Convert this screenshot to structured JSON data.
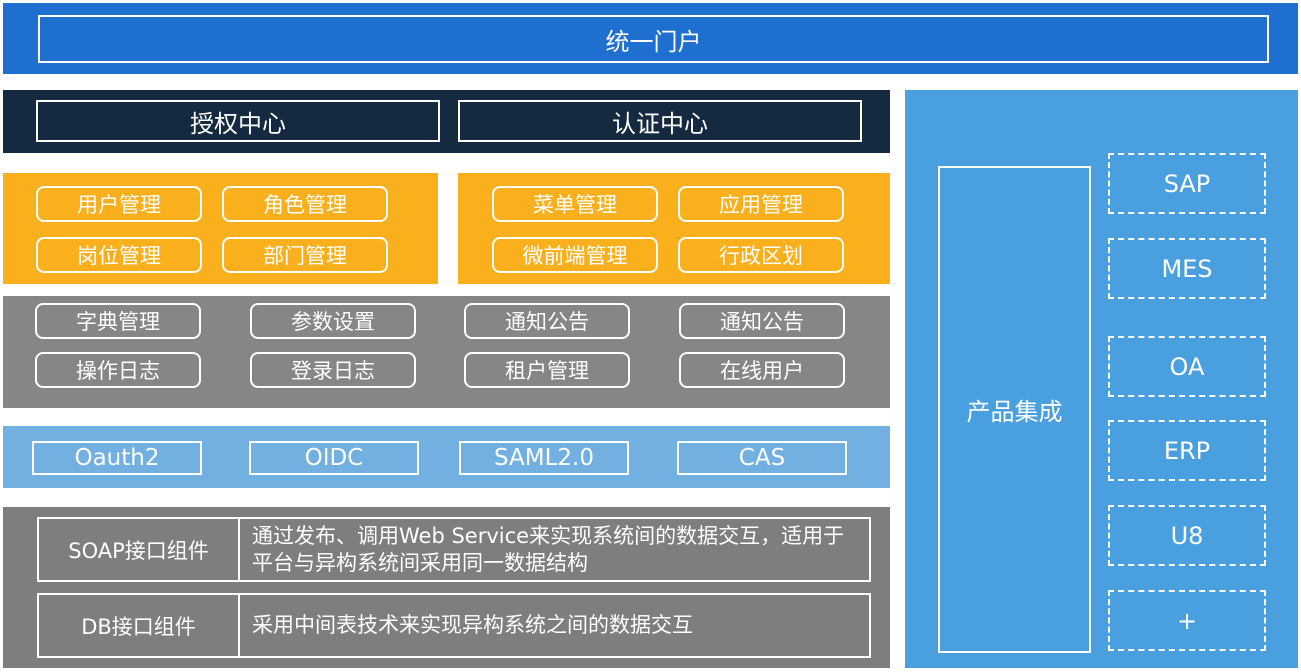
{
  "portal": {
    "title": "统一门户"
  },
  "auth": {
    "authorization_center": "授权中心",
    "authentication_center": "认证中心"
  },
  "orange_left": {
    "items": [
      "用户管理",
      "角色管理",
      "岗位管理",
      "部门管理"
    ]
  },
  "orange_right": {
    "items": [
      "菜单管理",
      "应用管理",
      "微前端管理",
      "行政区划"
    ]
  },
  "system": {
    "items": [
      "字典管理",
      "参数设置",
      "通知公告",
      "通知公告",
      "操作日志",
      "登录日志",
      "租户管理",
      "在线用户"
    ]
  },
  "protocols": {
    "items": [
      "Oauth2",
      "OIDC",
      "SAML2.0",
      "CAS"
    ]
  },
  "interfaces": {
    "soap": {
      "name": "SOAP接口组件",
      "desc": "通过发布、调用Web Service来实现系统间的数据交互，适用于平台与异构系统间采用同一数据结构"
    },
    "db": {
      "name": "DB接口组件",
      "desc": "采用中间表技术来实现异构系统之间的数据交互"
    }
  },
  "product": {
    "title": "产品集成",
    "items": [
      "SAP",
      "MES",
      "OA",
      "ERP",
      "U8",
      "+"
    ]
  },
  "colors": {
    "portal": "#1e6fd0",
    "auth": "#152a40",
    "orange": "#f9b01c",
    "gray": "#868686",
    "protocol": "#71b0e0",
    "product": "#4a9fdf"
  }
}
